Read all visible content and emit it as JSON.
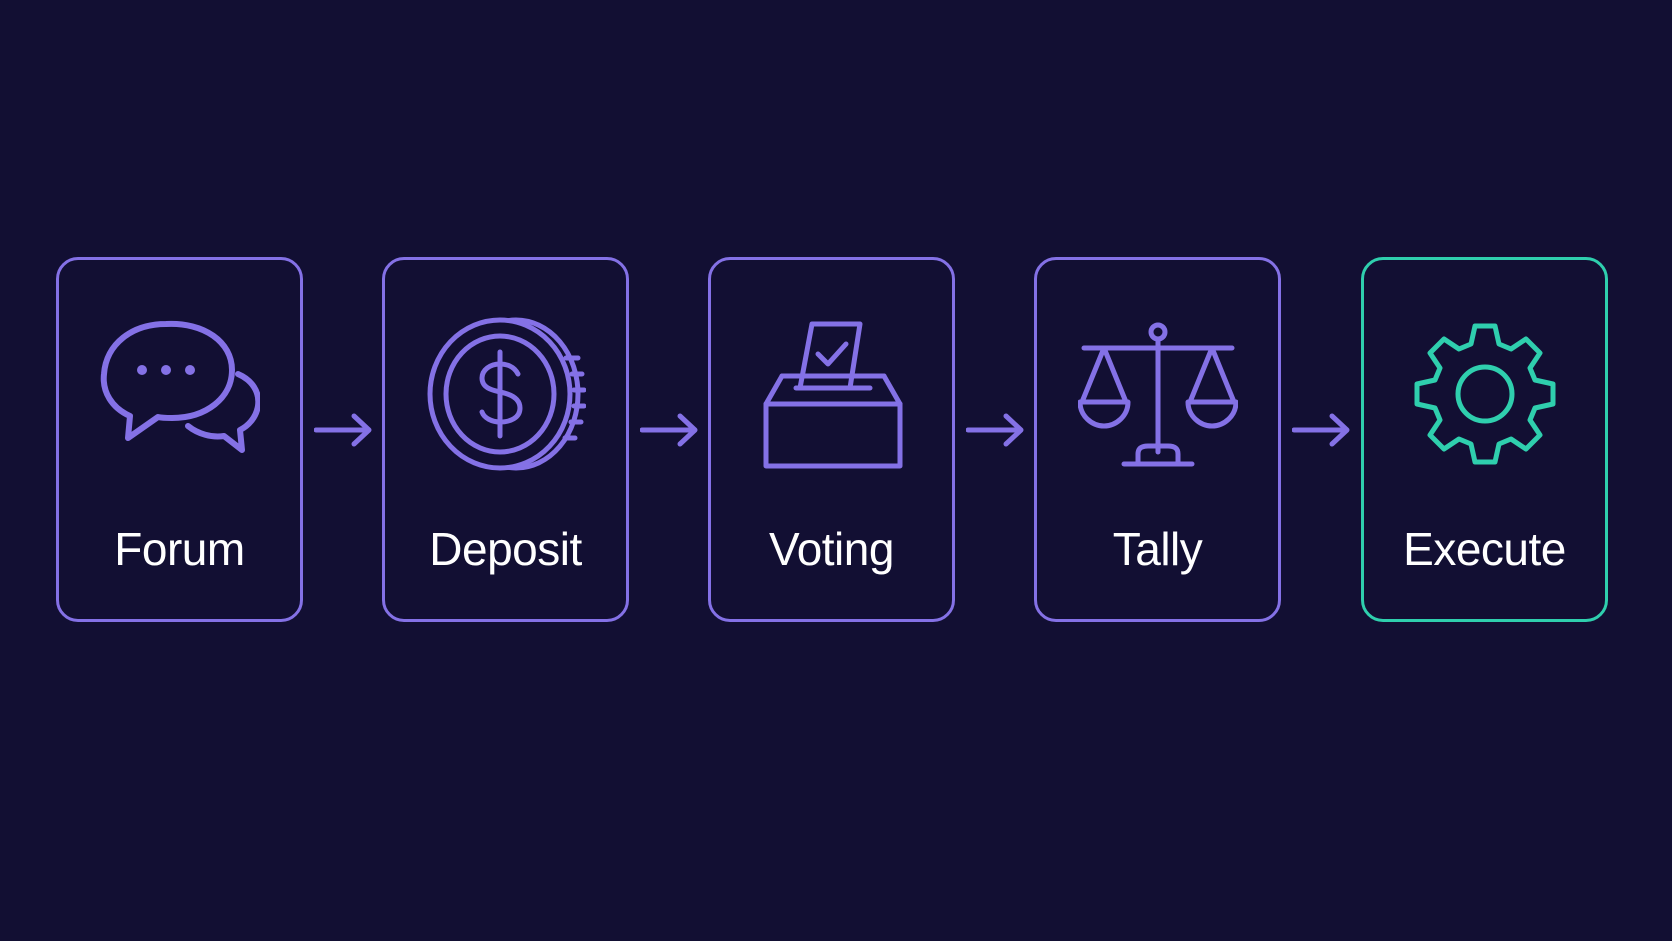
{
  "colors": {
    "background": "#120f33",
    "primary": "#8471e6",
    "accent": "#2fcfae",
    "text": "#ffffff"
  },
  "steps": [
    {
      "label": "Forum",
      "icon": "chat-bubbles-icon"
    },
    {
      "label": "Deposit",
      "icon": "dollar-coin-icon"
    },
    {
      "label": "Voting",
      "icon": "ballot-box-icon"
    },
    {
      "label": "Tally",
      "icon": "balance-scale-icon"
    },
    {
      "label": "Execute",
      "icon": "gear-icon"
    }
  ],
  "connectors": [
    "right-arrow-icon",
    "right-arrow-icon",
    "right-arrow-icon",
    "right-arrow-icon"
  ]
}
